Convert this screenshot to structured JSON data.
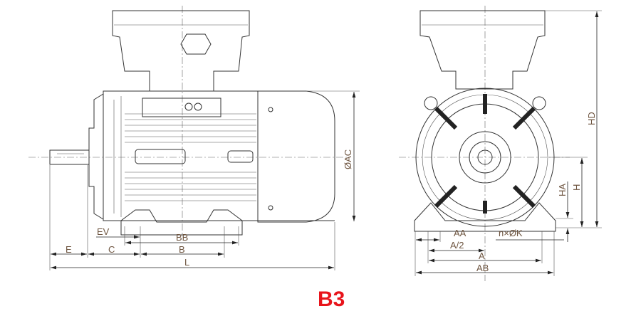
{
  "title": "B3",
  "colors": {
    "title": "#e8141b",
    "labels": "#6e5540",
    "lines": "#333333"
  },
  "side_view": {
    "dimension_labels": {
      "E": "E",
      "C": "C",
      "EV": "EV",
      "BB": "BB",
      "B": "B",
      "L": "L",
      "AC": "ØAC"
    }
  },
  "front_view": {
    "dimension_labels": {
      "AA": "AA",
      "nK": "n×ØK",
      "A_half": "A/2",
      "A": "A",
      "AB": "AB",
      "HA": "HA",
      "H": "H",
      "HD": "HD"
    }
  }
}
